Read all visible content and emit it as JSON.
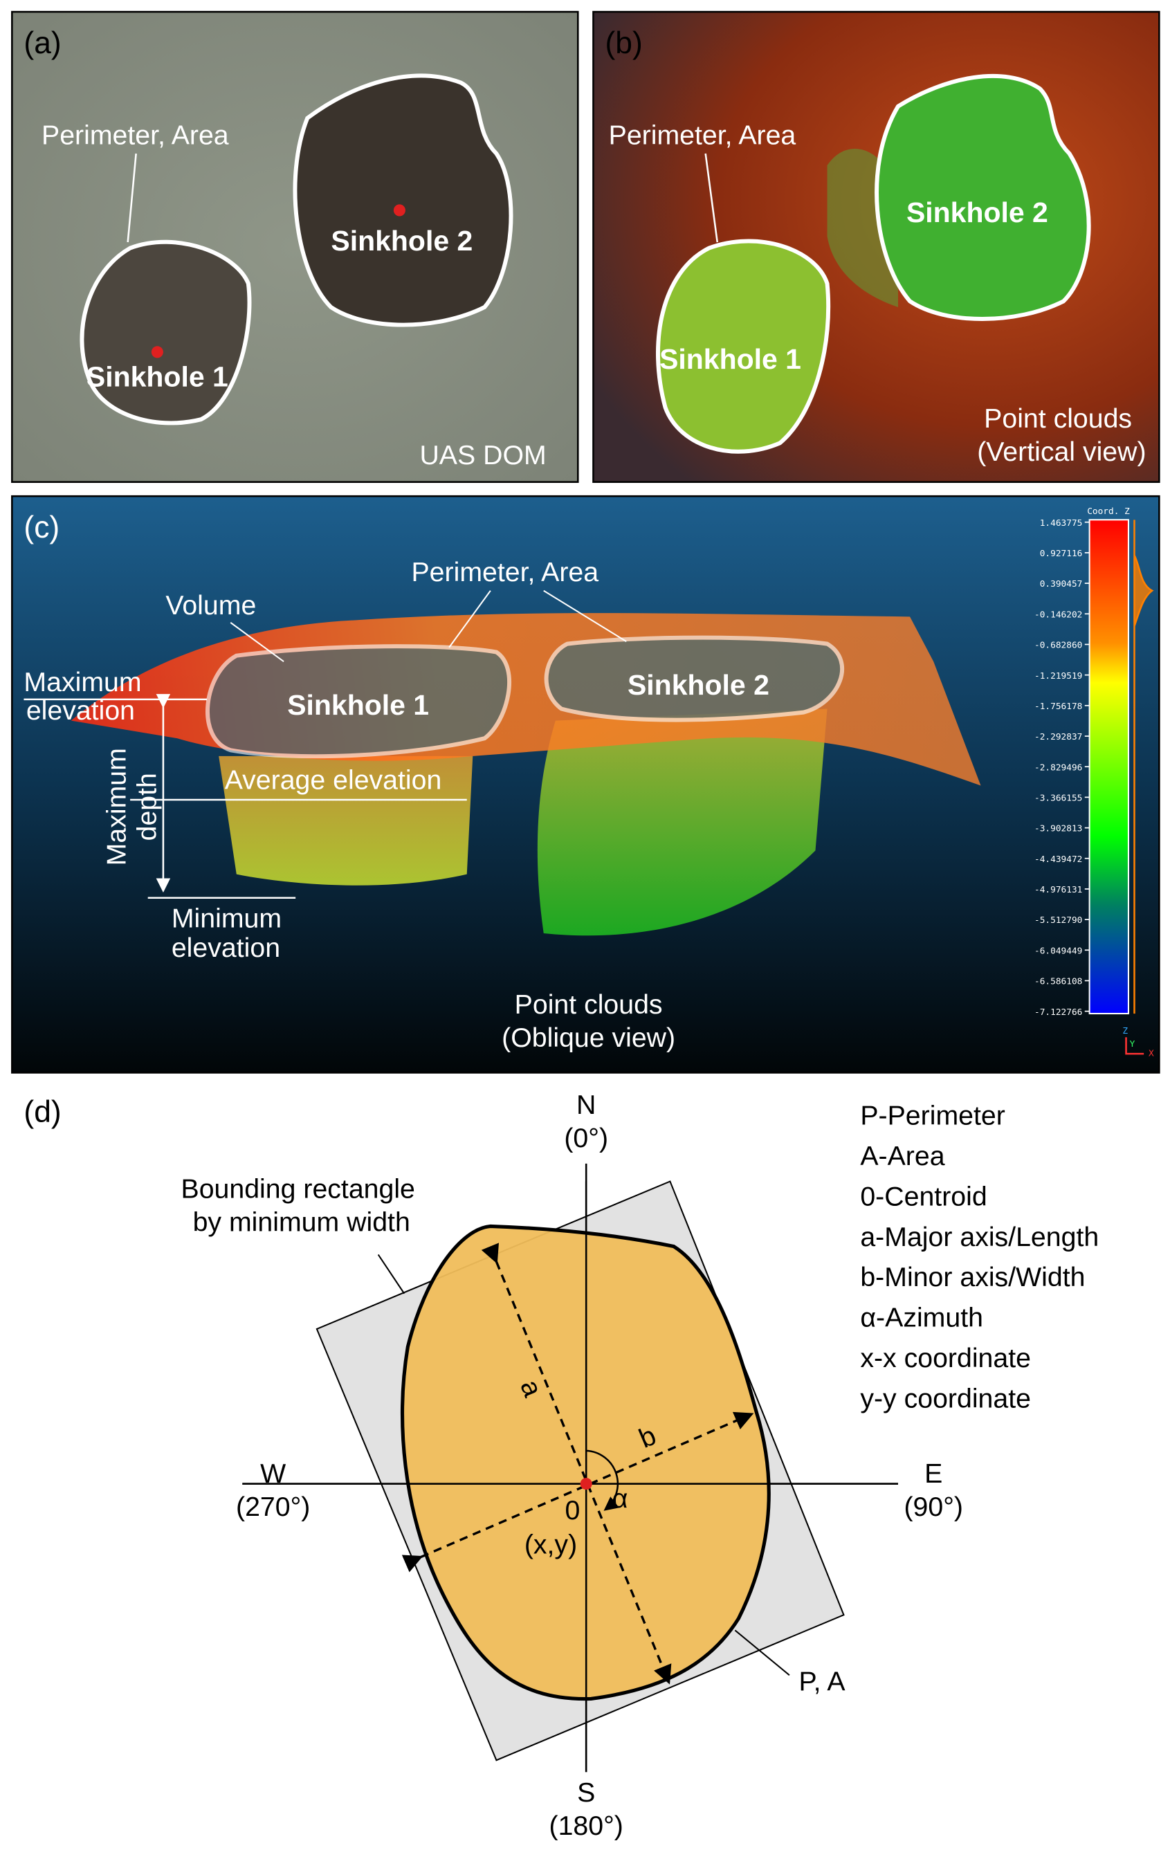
{
  "panel_a": {
    "tag": "(a)",
    "perimeter_area": "Perimeter, Area",
    "sinkhole1": "Sinkhole 1",
    "sinkhole2": "Sinkhole 2",
    "source": "UAS DOM"
  },
  "panel_b": {
    "tag": "(b)",
    "perimeter_area": "Perimeter, Area",
    "sinkhole1": "Sinkhole 1",
    "sinkhole2": "Sinkhole 2",
    "caption1": "Point clouds",
    "caption2": "(Vertical view)"
  },
  "panel_c": {
    "tag": "(c)",
    "perimeter_area": "Perimeter, Area",
    "volume": "Volume",
    "max_elev1": "Maximum",
    "max_elev2": "elevation",
    "sinkhole1": "Sinkhole 1",
    "sinkhole2": "Sinkhole 2",
    "avg_elev": "Average elevation",
    "max_depth1": "Maximum",
    "max_depth2": "depth",
    "min_elev1": "Minimum",
    "min_elev2": "elevation",
    "caption1": "Point clouds",
    "caption2": "(Oblique view)",
    "colorbar": {
      "title": "Coord. Z",
      "ticks": [
        "1.463775",
        "0.927116",
        "0.390457",
        "-0.146202",
        "-0.682860",
        "-1.219519",
        "-1.756178",
        "-2.292837",
        "-2.829496",
        "-3.366155",
        "-3.902813",
        "-4.439472",
        "-4.976131",
        "-5.512790",
        "-6.049449",
        "-6.586108",
        "-7.122766"
      ],
      "axes": [
        "Z",
        "Y",
        "X"
      ]
    }
  },
  "panel_d": {
    "tag": "(d)",
    "north": "N",
    "north_deg": "(0°)",
    "south": "S",
    "south_deg": "(180°)",
    "west": "W",
    "west_deg": "(270°)",
    "east": "E",
    "east_deg": "(90°)",
    "bounding1": "Bounding rectangle",
    "bounding2": "by minimum width",
    "a": "a",
    "b": "b",
    "centroid": "0",
    "xy": "(x,y)",
    "alpha": "α",
    "pa": "P, A",
    "legend": [
      "P-Perimeter",
      "A-Area",
      "0-Centroid",
      "a-Major axis/Length",
      "b-Minor axis/Width",
      "α-Azimuth",
      "x-x coordinate",
      "y-y coordinate"
    ]
  },
  "colors": {
    "outline": "#ffffff",
    "blob": "#f0bd5a",
    "centroid": "#e02020",
    "rect": "#e2e2e2"
  }
}
